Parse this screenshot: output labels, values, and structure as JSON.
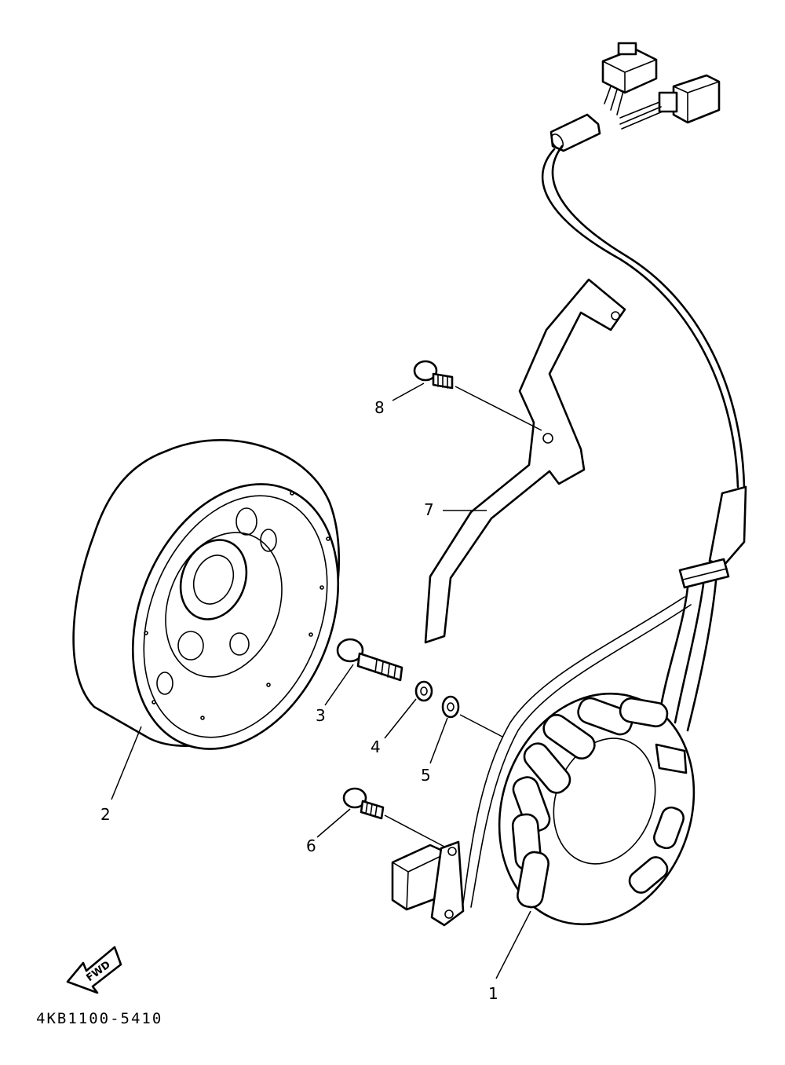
{
  "diagram": {
    "callouts": {
      "p1": "1",
      "p2": "2",
      "p3": "3",
      "p4": "4",
      "p5": "5",
      "p6": "6",
      "p7": "7",
      "p8": "8"
    },
    "direction_label": "FWD",
    "catalog_code": "4KB1100-5410"
  }
}
